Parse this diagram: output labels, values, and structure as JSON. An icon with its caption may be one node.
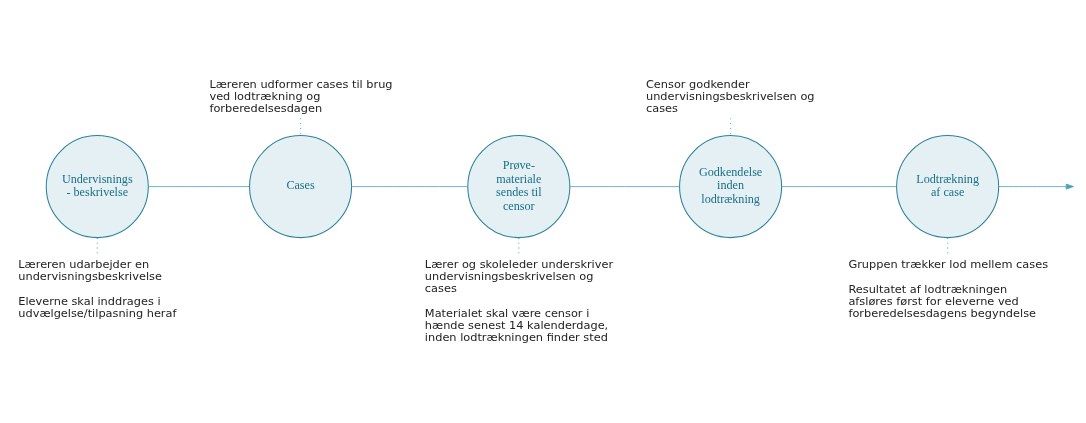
{
  "diagram": {
    "nodes": [
      {
        "text": [
          "Undervisnings- beskrivelse"
        ]
      },
      {
        "text": [
          "Cases"
        ]
      },
      {
        "text": [
          "Prøve- materiale sendes til censor"
        ]
      },
      {
        "text": [
          "Godkendelse inden lodtrækning"
        ]
      },
      {
        "text": [
          "Lodtrækning af case"
        ]
      },
      {
        "text": [
          "Læreren udarbejder en undervisningsbeskrivelse",
          "Eleverne skal inddrages i udvælgelse/tilpasning heraf"
        ]
      },
      {
        "text": [
          "Læreren udformer cases til brug ved lodtrækning og forberedelsesdagen"
        ]
      },
      {
        "text": [
          "Lærer og skoleleder underskriver undervisningsbeskrivelsen og cases",
          "Materialet skal være censor i hænde senest 14 kalenderdage, inden lodtrækningen finder sted"
        ]
      },
      {
        "text": [
          "Censor godkender undervisningsbeskrivelsen og cases"
        ]
      },
      {
        "text": [
          "Gruppen trækker lod mellem cases",
          "Resultatet af lodtrækningen afsløres først for eleverne ved forberedelsesdagens begyndelse"
        ]
      }
    ],
    "edges": [
      {
        "from": 0,
        "to": 1,
        "arrow": "none"
      },
      {
        "from": 1,
        "to": 2,
        "arrow": "none"
      },
      {
        "from": 2,
        "to": 3,
        "arrow": "none"
      },
      {
        "from": 3,
        "to": 4,
        "arrow": "none"
      },
      {
        "from": 4,
        "to": null,
        "arrow": "to"
      },
      {
        "from": 5,
        "to": 0,
        "arrow": "none",
        "style": "dashed"
      },
      {
        "from": 6,
        "to": 1,
        "arrow": "none",
        "style": "dashed"
      },
      {
        "from": 7,
        "to": 2,
        "arrow": "none",
        "style": "dashed"
      },
      {
        "from": 8,
        "to": 3,
        "arrow": "none",
        "style": "dashed"
      },
      {
        "from": 9,
        "to": 4,
        "arrow": "none",
        "style": "dashed"
      }
    ]
  }
}
